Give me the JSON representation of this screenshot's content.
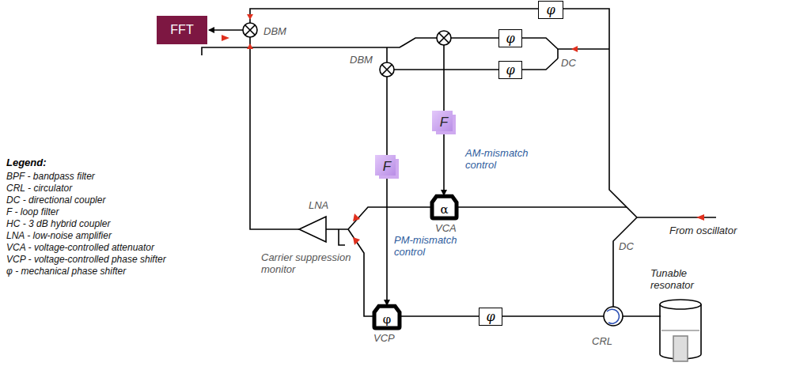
{
  "diagram": {
    "nodes": [
      {
        "text": [
          "FFT"
        ]
      },
      {
        "text": [
          "φ"
        ]
      },
      {
        "text": [
          "φ"
        ]
      },
      {
        "text": [
          "φ"
        ]
      },
      {
        "text": [
          "F"
        ]
      },
      {
        "text": [
          "F"
        ]
      },
      {
        "text": [
          "α"
        ]
      },
      {
        "text": [
          "φ"
        ]
      },
      {
        "text": [
          "φ"
        ]
      }
    ],
    "edges": [
      {
        "from": 4,
        "to": 6,
        "arrow": "to"
      },
      {
        "from": 5,
        "to": 7,
        "arrow": "to"
      }
    ],
    "labels": [
      "DBM",
      "DBM",
      "DC",
      "DC",
      "From oscillator",
      "AM-mismatch control",
      "PM-mismatch control",
      "LNA",
      "Carrier suppression monitor",
      "VCA",
      "VCP",
      "CRL",
      "Tunable resonator",
      "Legend:"
    ],
    "legend": [
      {
        "text": "BPF - bandpass filter"
      },
      {
        "text": "CRL - circulator"
      },
      {
        "text": "DC - directional coupler"
      },
      {
        "text": "F - loop filter"
      },
      {
        "text": "HC - 3 dB hybrid coupler"
      },
      {
        "text": "LNA - low-noise amplifier"
      },
      {
        "text": "VCA - voltage-controlled attenuator"
      },
      {
        "text": "VCP - voltage-controlled phase shifter"
      },
      {
        "text": "φ - mechanical phase shifter"
      }
    ]
  }
}
